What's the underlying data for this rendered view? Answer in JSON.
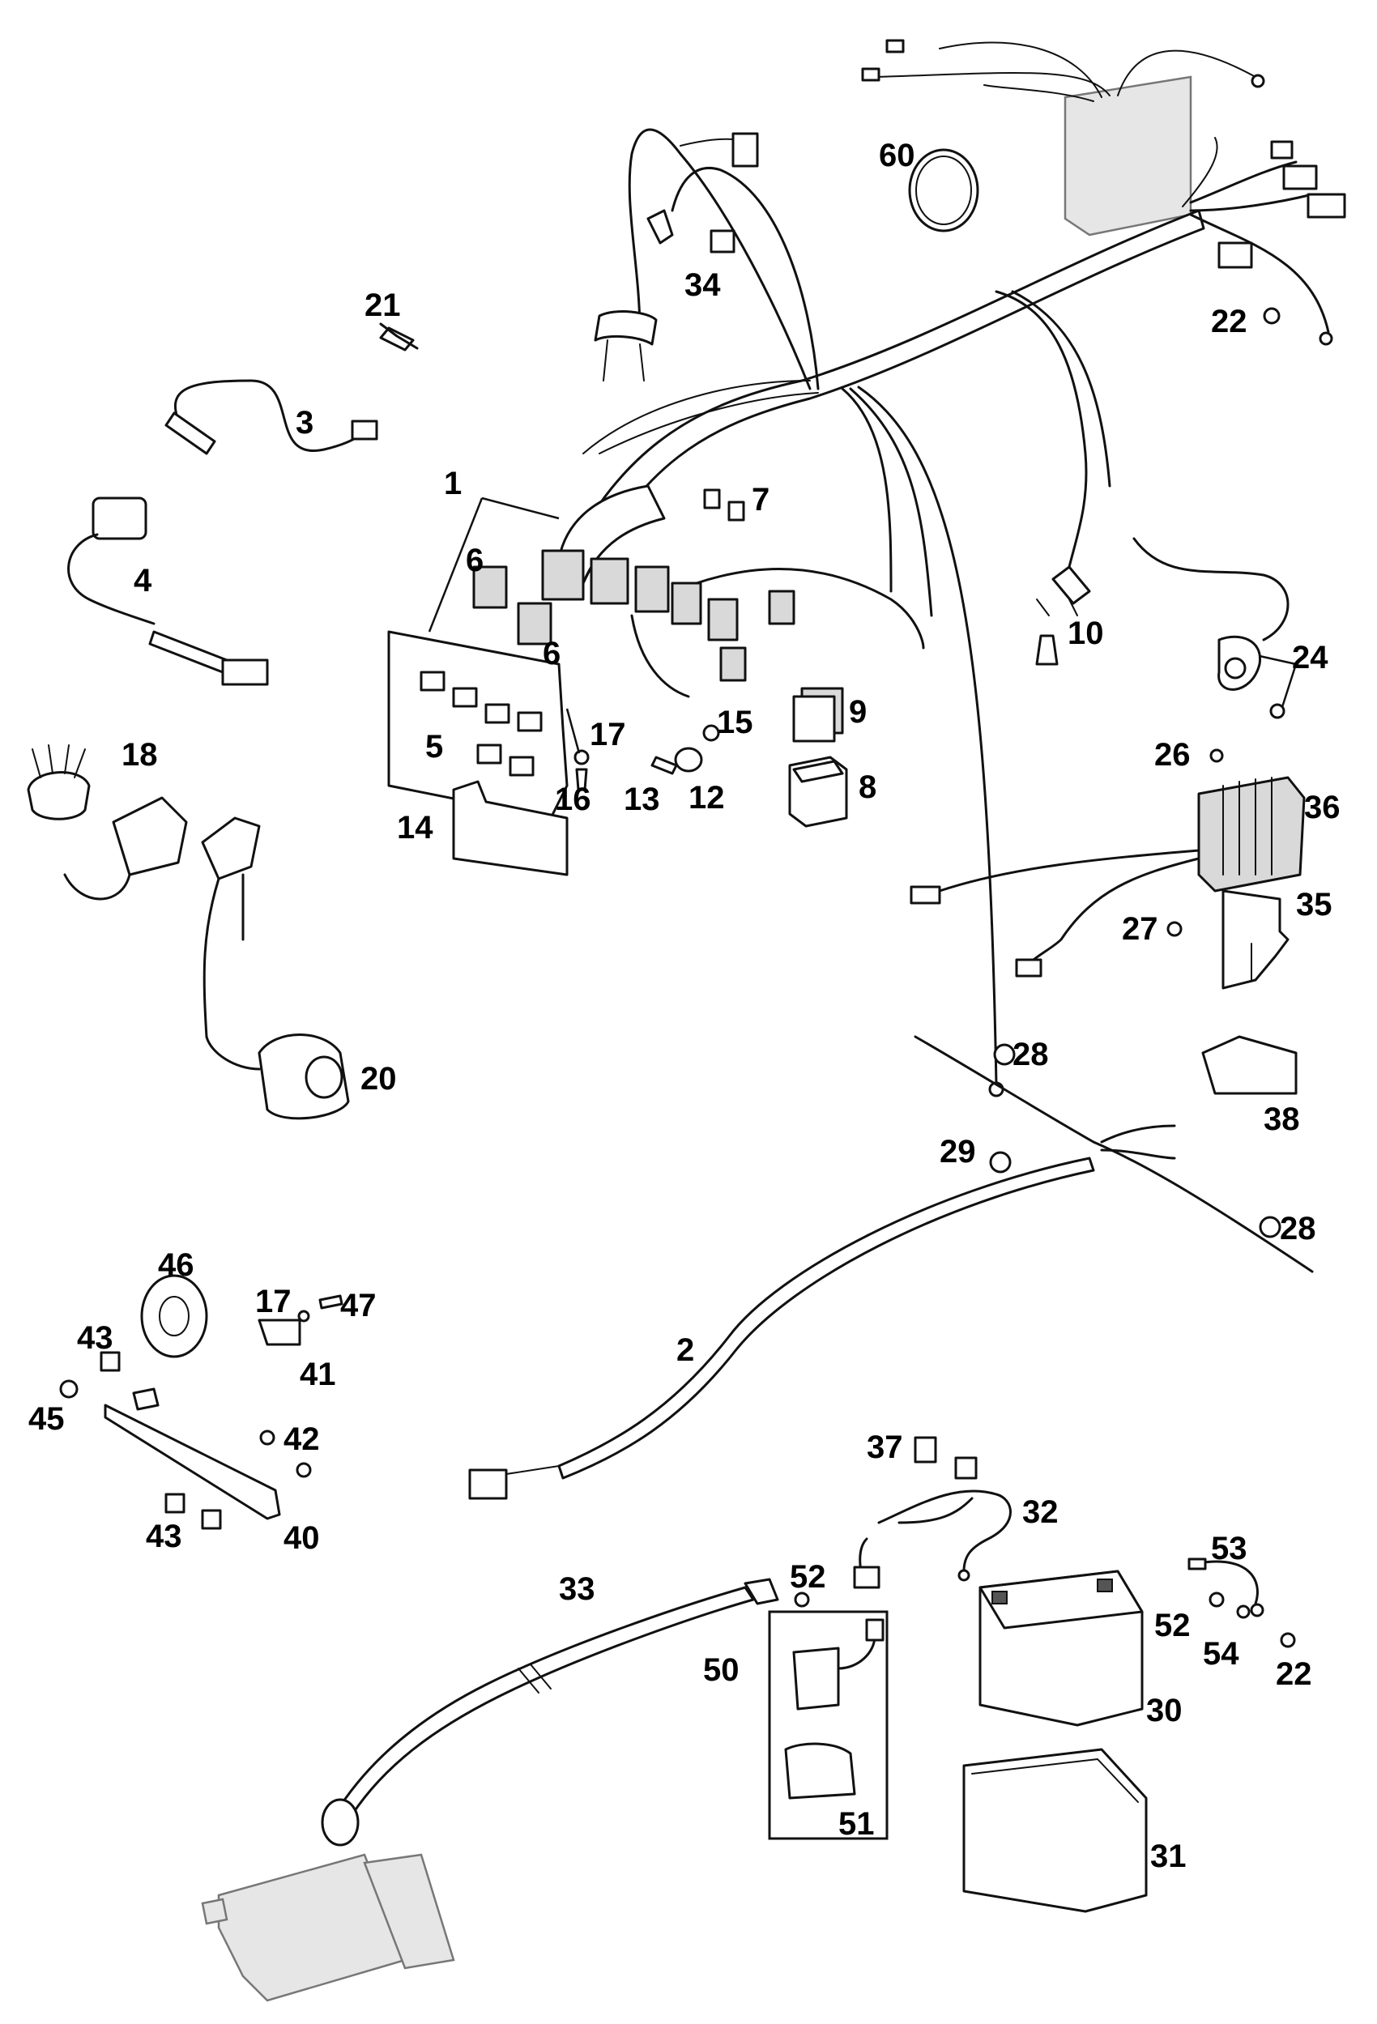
{
  "diagram": {
    "callouts": [
      {
        "id": "p60",
        "text": "60"
      },
      {
        "id": "p34",
        "text": "34"
      },
      {
        "id": "p21",
        "text": "21"
      },
      {
        "id": "p22a",
        "text": "22"
      },
      {
        "id": "p3",
        "text": "3"
      },
      {
        "id": "p1",
        "text": "1"
      },
      {
        "id": "p7",
        "text": "7"
      },
      {
        "id": "p4",
        "text": "4"
      },
      {
        "id": "p6a",
        "text": "6"
      },
      {
        "id": "p6b",
        "text": "6"
      },
      {
        "id": "p10",
        "text": "10"
      },
      {
        "id": "p24",
        "text": "24"
      },
      {
        "id": "p9",
        "text": "9"
      },
      {
        "id": "p18",
        "text": "18"
      },
      {
        "id": "p17a",
        "text": "17"
      },
      {
        "id": "p15",
        "text": "15"
      },
      {
        "id": "p5",
        "text": "5"
      },
      {
        "id": "p26",
        "text": "26"
      },
      {
        "id": "p36",
        "text": "36"
      },
      {
        "id": "p16",
        "text": "16"
      },
      {
        "id": "p13",
        "text": "13"
      },
      {
        "id": "p12",
        "text": "12"
      },
      {
        "id": "p8",
        "text": "8"
      },
      {
        "id": "p14",
        "text": "14"
      },
      {
        "id": "p35",
        "text": "35"
      },
      {
        "id": "p27",
        "text": "27"
      },
      {
        "id": "p28a",
        "text": "28"
      },
      {
        "id": "p20",
        "text": "20"
      },
      {
        "id": "p38",
        "text": "38"
      },
      {
        "id": "p29",
        "text": "29"
      },
      {
        "id": "p28b",
        "text": "28"
      },
      {
        "id": "p46",
        "text": "46"
      },
      {
        "id": "p17b",
        "text": "17"
      },
      {
        "id": "p47",
        "text": "47"
      },
      {
        "id": "p43a",
        "text": "43"
      },
      {
        "id": "p2",
        "text": "2"
      },
      {
        "id": "p41",
        "text": "41"
      },
      {
        "id": "p45",
        "text": "45"
      },
      {
        "id": "p42",
        "text": "42"
      },
      {
        "id": "p37",
        "text": "37"
      },
      {
        "id": "p32",
        "text": "32"
      },
      {
        "id": "p43b",
        "text": "43"
      },
      {
        "id": "p40",
        "text": "40"
      },
      {
        "id": "p53",
        "text": "53"
      },
      {
        "id": "p33",
        "text": "33"
      },
      {
        "id": "p52a",
        "text": "52"
      },
      {
        "id": "p52b",
        "text": "52"
      },
      {
        "id": "p54",
        "text": "54"
      },
      {
        "id": "p22b",
        "text": "22"
      },
      {
        "id": "p50",
        "text": "50"
      },
      {
        "id": "p30",
        "text": "30"
      },
      {
        "id": "p51",
        "text": "51"
      },
      {
        "id": "p31",
        "text": "31"
      }
    ]
  },
  "colors": {
    "line": "#111111",
    "background": "#ffffff",
    "shade": "#d9d9d9"
  }
}
